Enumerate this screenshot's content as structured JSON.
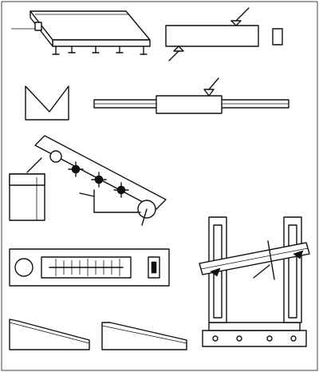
{
  "figure": {
    "items": [
      {
        "key": "surface-plate",
        "icon": "surface-plate-icon"
      },
      {
        "key": "straight-edge",
        "icon": "straight-edge-icon"
      },
      {
        "key": "v-block",
        "icon": "v-block-icon"
      },
      {
        "key": "shaft-on-sleeve",
        "icon": "shaft-sleeve-icon"
      },
      {
        "key": "sine-bar-fixture",
        "icon": "sine-bar-icon"
      },
      {
        "key": "spirit-level",
        "icon": "spirit-level-icon"
      },
      {
        "key": "adjustable-bar-stand",
        "icon": "bar-stand-icon"
      },
      {
        "key": "taper-wedges",
        "icon": "wedge-icon"
      }
    ],
    "colors": {
      "ink": "#111111",
      "paper": "#ffffff"
    }
  }
}
